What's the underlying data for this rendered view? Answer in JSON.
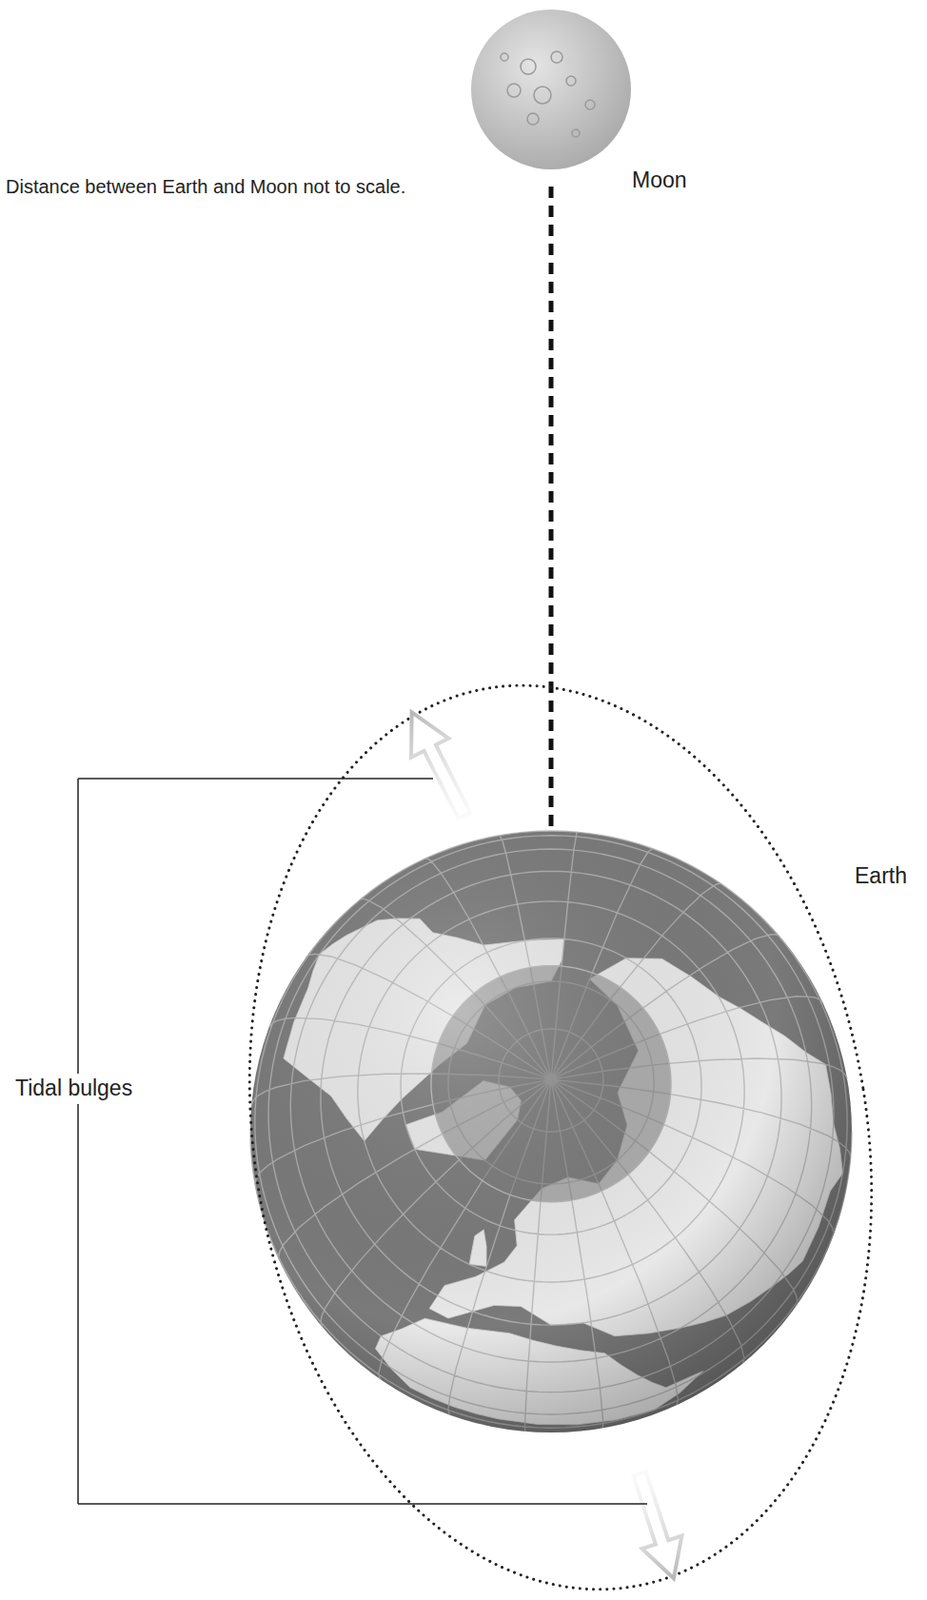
{
  "diagram": {
    "labels": [
      "Moon",
      "Distance between Earth and Moon not to scale.",
      "Earth",
      "Tidal bulges"
    ]
  }
}
